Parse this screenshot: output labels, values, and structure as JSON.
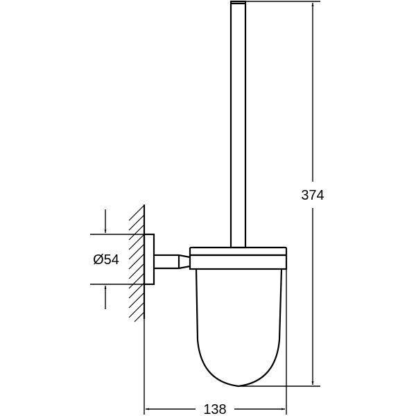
{
  "drawing": {
    "type": "technical dimension drawing",
    "subject": "wall-mounted toilet brush holder, side view",
    "colors": {
      "line": "#000000",
      "background": "#ffffff"
    },
    "dimensions": {
      "height": {
        "label": "374",
        "orientation": "vertical"
      },
      "depth": {
        "label": "138",
        "orientation": "horizontal"
      },
      "flange_diameter": {
        "label": "Ø54",
        "orientation": "vertical"
      }
    }
  }
}
